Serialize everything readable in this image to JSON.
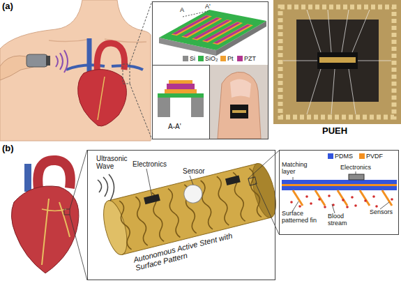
{
  "diagram": {
    "nodes": [
      {
        "text": [
          "A",
          "A'"
        ]
      },
      {
        "text": [
          "A-A'"
        ],
        "in": 0
      },
      {
        "text": [
          "Ultrasonic Wave",
          "Electronics",
          "Sensor",
          "Autonomous Active Stent with Surface Pattern"
        ]
      },
      {
        "text": [
          "Matching layer",
          "Electronics",
          "Sensors",
          "Surface patterned fin",
          "Blood stream"
        ]
      }
    ],
    "labels": [
      "(a)",
      "PUEH",
      "(b)"
    ],
    "legend": [
      {
        "text": "Si",
        "color": "#8c8c8c"
      },
      {
        "text": "SiO₂",
        "color": "#33b14a"
      },
      {
        "text": "Pt",
        "color": "#f0a030"
      },
      {
        "text": "PZT",
        "color": "#b13590"
      },
      {
        "text": "PDMS",
        "color": "#3355dd"
      },
      {
        "text": "PVDF",
        "color": "#f39020"
      }
    ]
  }
}
